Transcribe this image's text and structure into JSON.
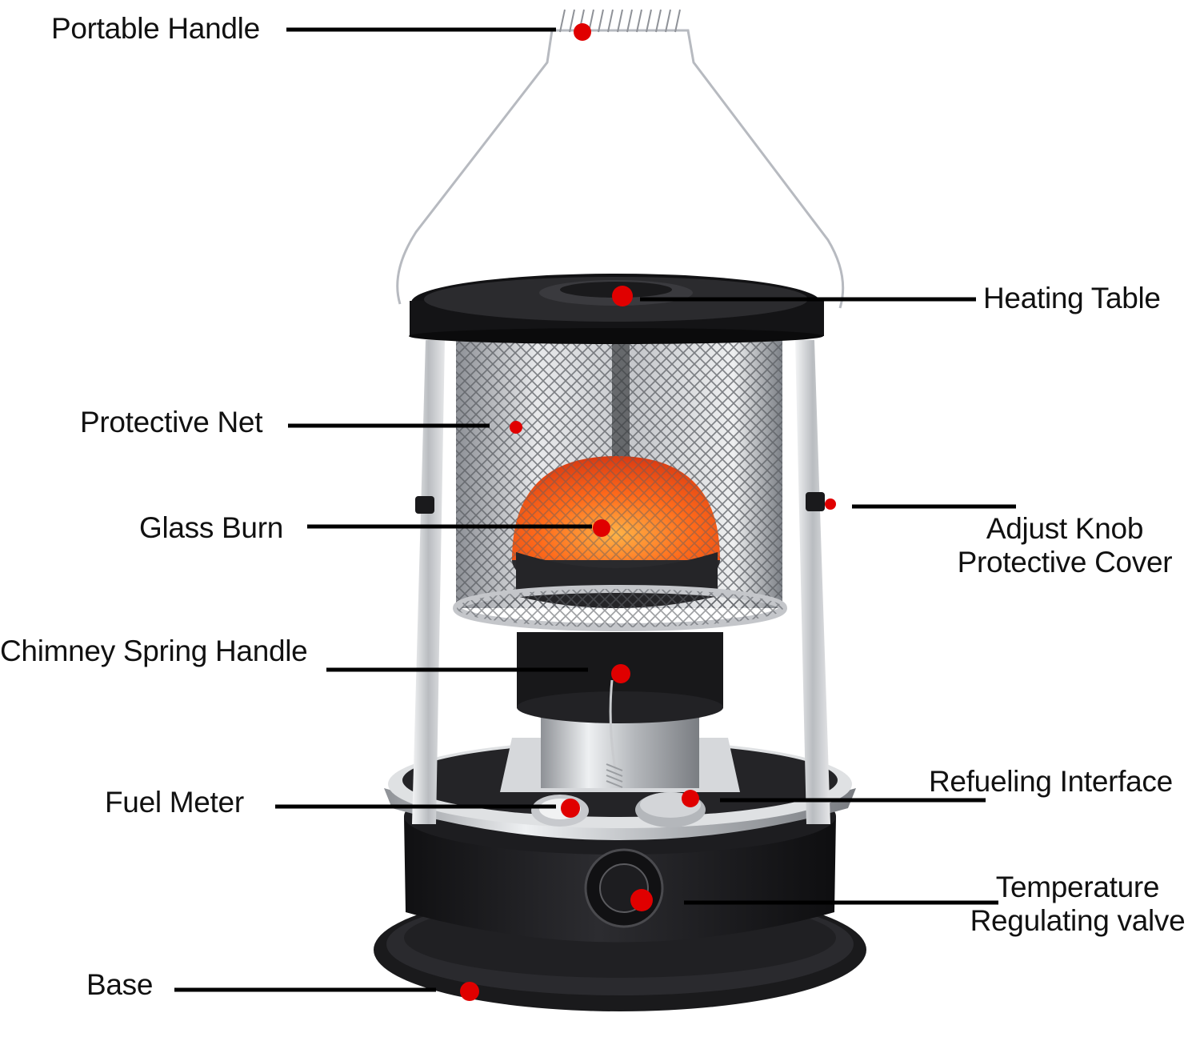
{
  "colors": {
    "background": "#ffffff",
    "leader_line": "#000000",
    "marker_dot": "#e00000",
    "body_black": "#1c1c1e",
    "metal": "#c9cbce",
    "flame_glow": "#ff6a1a"
  },
  "labels": {
    "portable_handle": "Portable Handle",
    "heating_table": "Heating Table",
    "protective_net": "Protective Net",
    "glass_burn": "Glass Burn",
    "adjust_knob_line1": "Adjust Knob",
    "adjust_knob_line2": "Protective Cover",
    "chimney_spring_handle": "Chimney Spring Handle",
    "refueling_interface": "Refueling Interface",
    "fuel_meter": "Fuel Meter",
    "temperature_line1": "Temperature",
    "temperature_line2": "Regulating valve",
    "base": "Base"
  }
}
